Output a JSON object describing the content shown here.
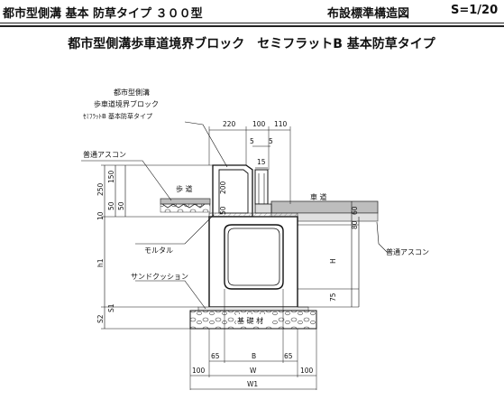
{
  "header": {
    "title": "都市型側溝 基本 防草タイプ ３００型",
    "drawing_type": "布設標準構造図",
    "scale": "S=1/20",
    "subtitle": "都市型側溝歩車道境界ブロック　セミフラットB 基本防草タイプ"
  },
  "labels": {
    "block_name_1": "都市型側溝",
    "block_name_2": "歩車道境界ブロック",
    "block_name_3": "ｾﾐﾌﾗｯﾄB 基本防草タイプ",
    "ascon_left": "普通アスコン",
    "sidewalk": "歩 道",
    "roadway": "車 道",
    "mortar": "モルタル",
    "sand_cushion": "サンドクッション",
    "base_material": "基 礎 材",
    "ascon_right": "普通アスコン"
  },
  "dimensions": {
    "top_220": "220",
    "top_100": "100",
    "top_110": "110",
    "top_5a": "5",
    "top_5b": "5",
    "top_15": "15",
    "left_250": "250",
    "left_150": "150",
    "left_200": "200",
    "left_10": "10",
    "left_50a": "50",
    "left_50b": "50",
    "left_50c": "50",
    "left_h1": "h1",
    "left_s1": "S1",
    "left_s2": "S2",
    "right_60": "60",
    "right_80": "80",
    "right_h": "H",
    "right_75": "75",
    "bottom_65a": "65",
    "bottom_b": "B",
    "bottom_65b": "65",
    "bottom_100a": "100",
    "bottom_w": "W",
    "bottom_100b": "100",
    "bottom_w1": "W1"
  }
}
